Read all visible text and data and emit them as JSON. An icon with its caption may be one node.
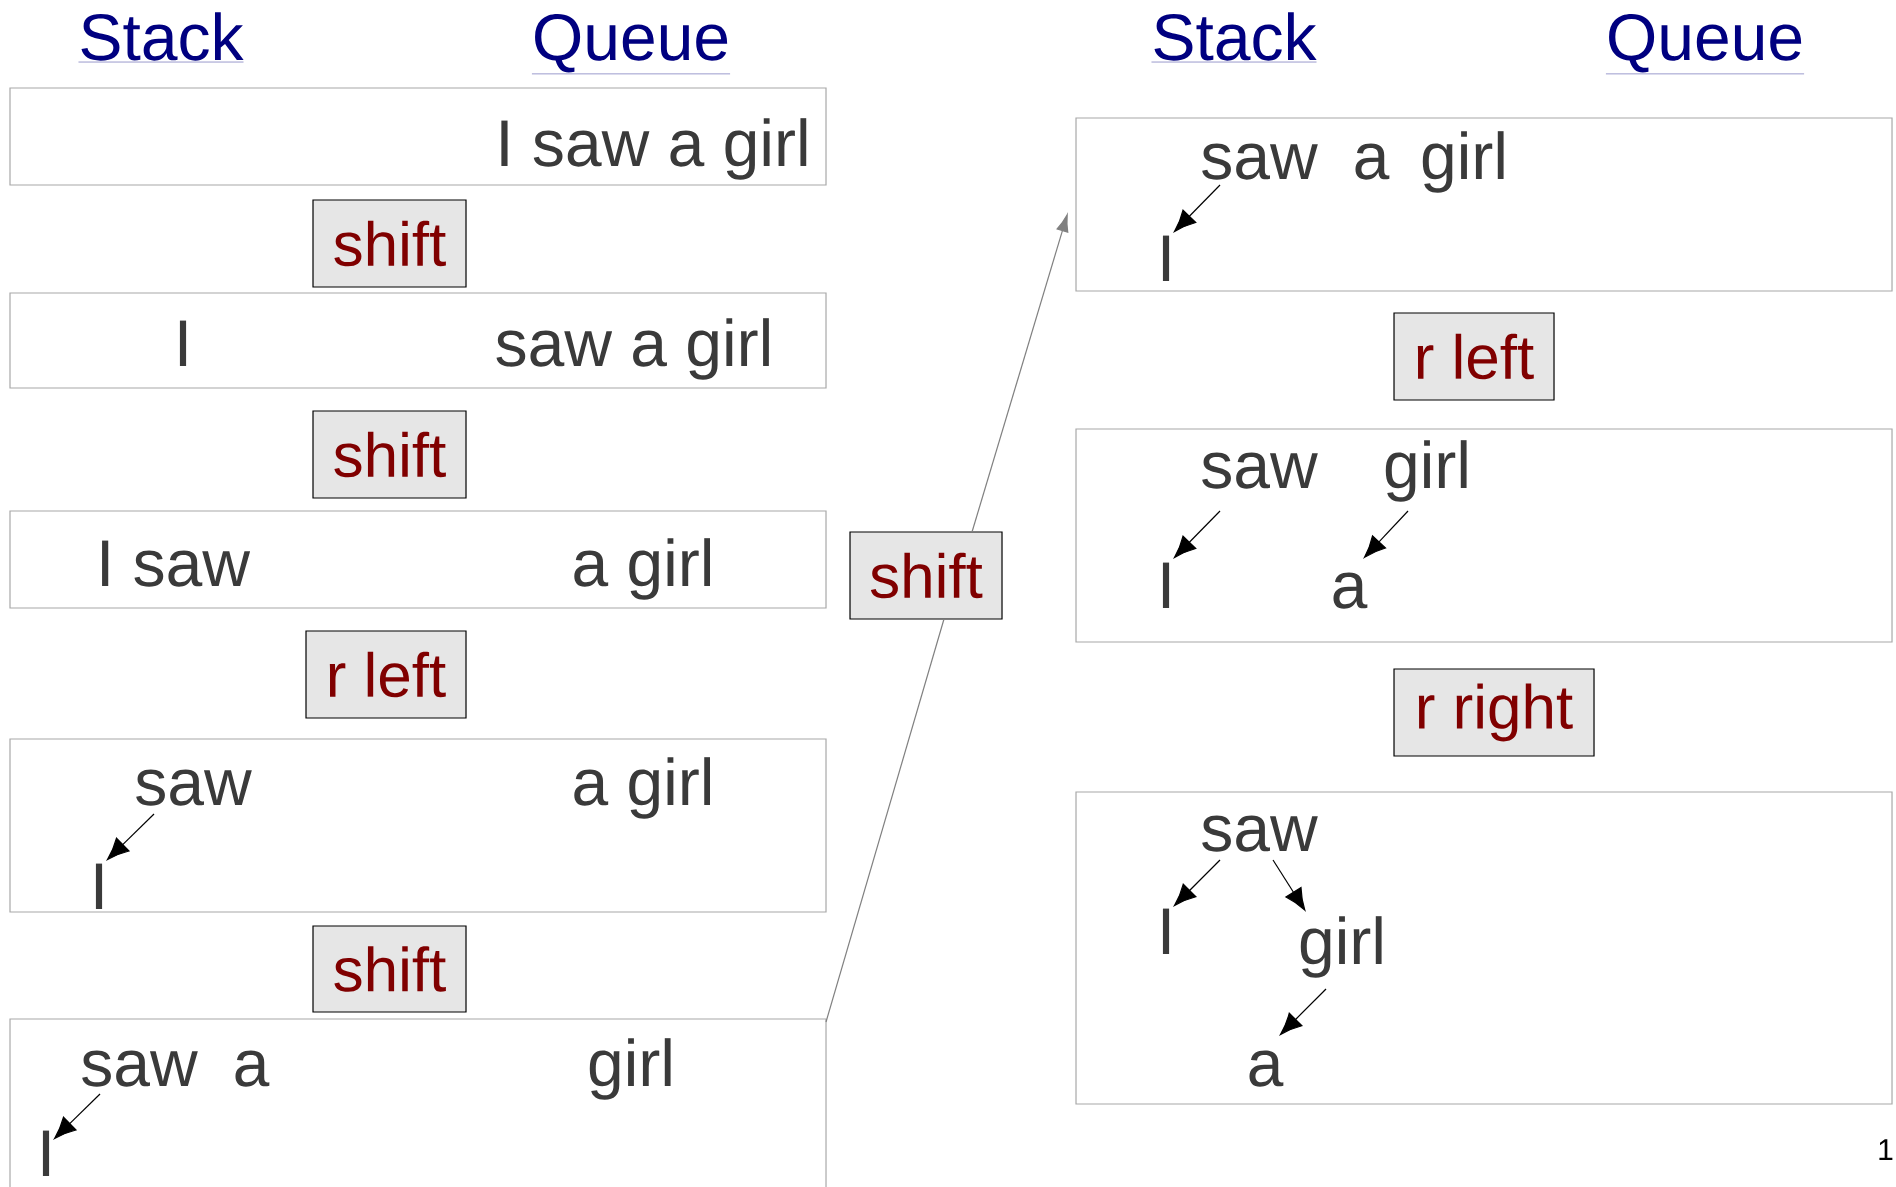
{
  "diagram": {
    "nodes": [
      {
        "text": [
          "I saw a girl"
        ]
      },
      {
        "text": [
          "shift"
        ]
      },
      {
        "text": [
          "I",
          "saw a girl"
        ]
      },
      {
        "text": [
          "shift"
        ]
      },
      {
        "text": [
          "I saw",
          "a girl"
        ]
      },
      {
        "text": [
          "r left"
        ]
      },
      {
        "text": [
          "a girl"
        ]
      },
      {
        "text": [
          "saw"
        ],
        "in": 6
      },
      {
        "text": [
          "I"
        ],
        "in": 6
      },
      {
        "text": [
          "shift"
        ]
      },
      {
        "text": [
          "a",
          "girl"
        ]
      },
      {
        "text": [
          "saw"
        ],
        "in": 10
      },
      {
        "text": [
          "I"
        ],
        "in": 10
      },
      {
        "text": [
          "shift"
        ]
      },
      {
        "text": [
          "a",
          "girl"
        ]
      },
      {
        "text": [
          "saw"
        ],
        "in": 14
      },
      {
        "text": [
          "I"
        ],
        "in": 14
      },
      {
        "text": [
          "r left"
        ]
      },
      {
        "text": [],
        "shape": "box"
      },
      {
        "text": [
          "saw"
        ],
        "in": 18
      },
      {
        "text": [
          "girl"
        ],
        "in": 18
      },
      {
        "text": [
          "I"
        ],
        "in": 18
      },
      {
        "text": [
          "a"
        ],
        "in": 18
      },
      {
        "text": [
          "r right"
        ]
      },
      {
        "text": [],
        "shape": "box"
      },
      {
        "text": [
          "saw"
        ],
        "in": 24
      },
      {
        "text": [
          "I"
        ],
        "in": 24
      },
      {
        "text": [
          "girl"
        ],
        "in": 24
      },
      {
        "text": [
          "a"
        ],
        "in": 24
      }
    ],
    "edges": [
      {
        "from": 7,
        "to": 8,
        "arrow": "to"
      },
      {
        "from": 11,
        "to": 12,
        "arrow": "to"
      },
      {
        "from": 10,
        "to": 13,
        "arrow": "none",
        "color": "#808080"
      },
      {
        "from": 13,
        "to": 14,
        "arrow": "to",
        "color": "#808080"
      },
      {
        "from": 15,
        "to": 16,
        "arrow": "to"
      },
      {
        "from": 19,
        "to": 21,
        "arrow": "to"
      },
      {
        "from": 20,
        "to": 22,
        "arrow": "to"
      },
      {
        "from": 25,
        "to": 26,
        "arrow": "to"
      },
      {
        "from": 25,
        "to": 27,
        "arrow": "to"
      },
      {
        "from": 27,
        "to": 28,
        "arrow": "to"
      }
    ],
    "labels": [
      "Stack",
      "Queue",
      "Stack",
      "Queue",
      "1"
    ]
  }
}
